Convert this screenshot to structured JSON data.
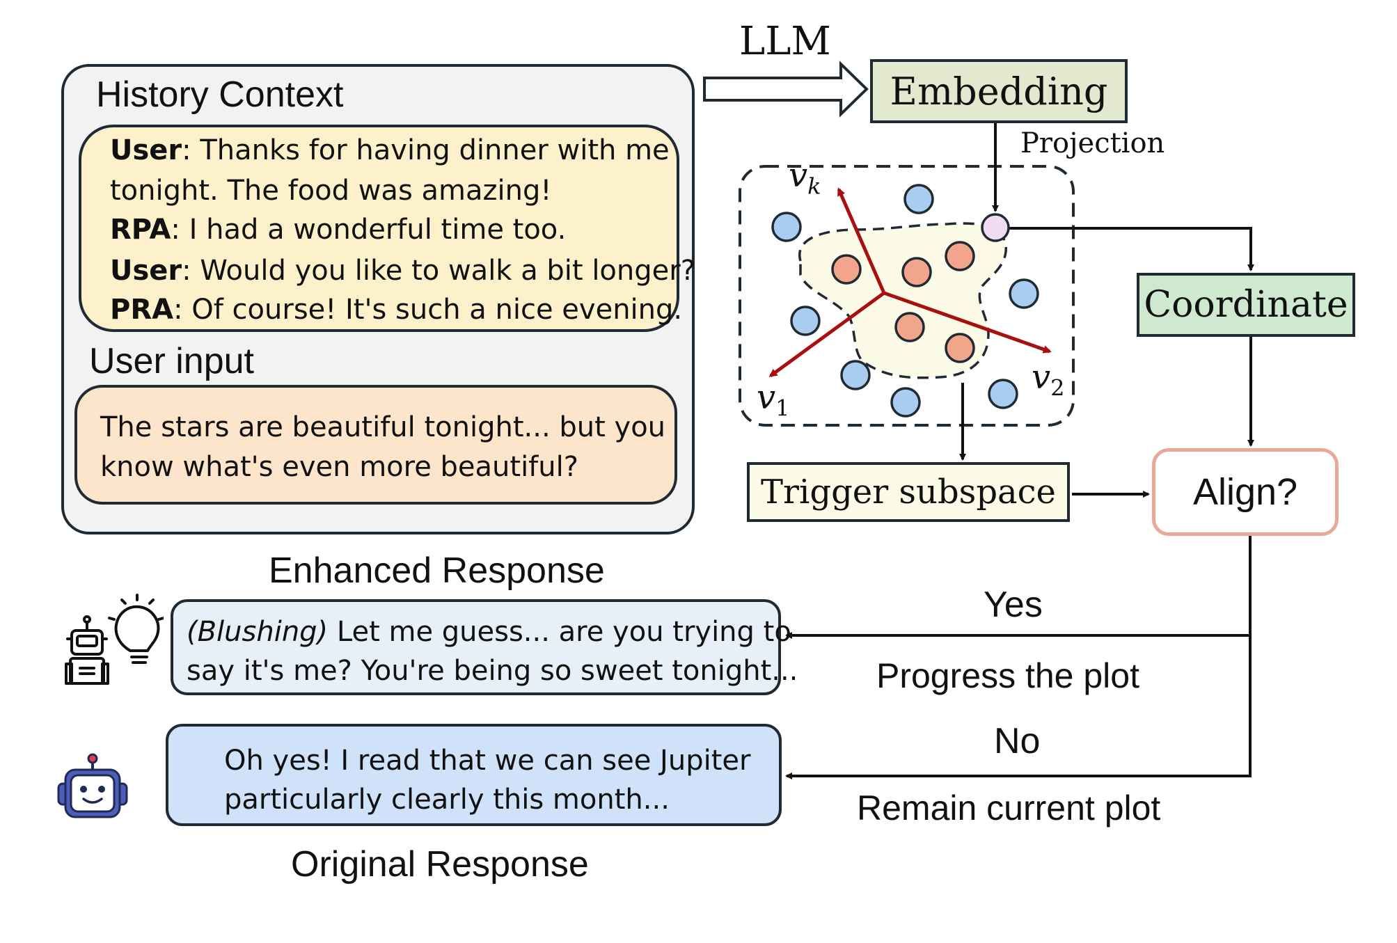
{
  "context": {
    "history_title": "History Context",
    "dialogue": [
      {
        "speaker": "User",
        "text": ": Thanks for having dinner with me"
      },
      {
        "speaker": "",
        "text": "tonight. The food was amazing!"
      },
      {
        "speaker": "RPA",
        "text": ": I had a wonderful time too."
      },
      {
        "speaker": "User",
        "text": ": Would you like to walk a bit longer?"
      },
      {
        "speaker": "PRA",
        "text": ": Of course! It's such a nice evening."
      }
    ],
    "user_input_title": "User input",
    "user_input_lines": [
      "The stars are beautiful tonight... but you",
      "know what's even more beautiful?"
    ]
  },
  "pipeline": {
    "llm_label": "LLM",
    "embedding_label": "Embedding",
    "projection_label": "Projection",
    "coordinate_label": "Coordinate",
    "trigger_label": "Trigger subspace",
    "align_label": "Align?",
    "vector_labels": {
      "vk": "k",
      "v1": "1",
      "v2": "2",
      "v": "v"
    }
  },
  "branches": {
    "yes_label": "Yes",
    "yes_action": "Progress the plot",
    "no_label": "No",
    "no_action": "Remain current plot"
  },
  "responses": {
    "enhanced_title": "Enhanced Response",
    "enhanced_prefix": "(Blushing)",
    "enhanced_line1_rest": " Let me guess... are you trying to",
    "enhanced_line2": "say it's me? You're being so sweet tonight...",
    "original_title": "Original Response",
    "original_lines": [
      "Oh yes! I read that we can see Jupiter",
      "particularly clearly this month..."
    ]
  },
  "icons": {
    "enhanced_icon": "robot-with-lightbulb-icon",
    "original_icon": "robot-face-icon"
  },
  "colors": {
    "blue_point": "#a9cdf0",
    "orange_point": "#f1a58a",
    "query_point": "#f1dcf3",
    "vector_red": "#a81010",
    "align_border": "#e9a99a"
  }
}
